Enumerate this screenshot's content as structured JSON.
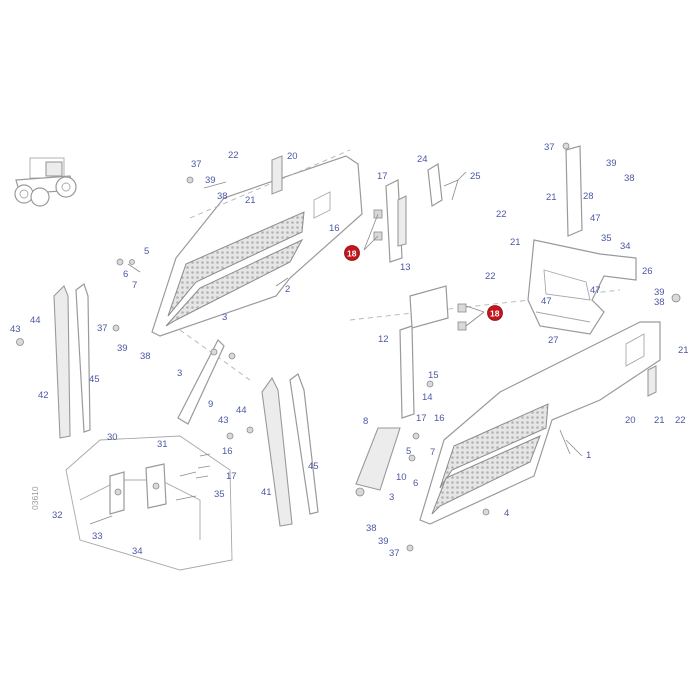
{
  "drawing_code": "03610",
  "highlight": {
    "number": "18",
    "color": "#c3161c"
  },
  "colors": {
    "callout": "#4d57a6",
    "line": "#9a9a9a"
  },
  "labels": {
    "n1": "1",
    "n2": "2",
    "n3": "3",
    "n4": "4",
    "n5": "5",
    "n6": "6",
    "n7": "7",
    "n8": "8",
    "n9": "9",
    "n10": "10",
    "n12": "12",
    "n13": "13",
    "n14": "14",
    "n15": "15",
    "n16": "16",
    "n17": "17",
    "n20": "20",
    "n21": "21",
    "n22": "22",
    "n24": "24",
    "n25": "25",
    "n26": "26",
    "n27": "27",
    "n28": "28",
    "n30": "30",
    "n31": "31",
    "n32": "32",
    "n33": "33",
    "n34": "34",
    "n35": "35",
    "n37": "37",
    "n38": "38",
    "n39": "39",
    "n41": "41",
    "n42": "42",
    "n43": "43",
    "n44": "44",
    "n45": "45",
    "n47": "47"
  }
}
